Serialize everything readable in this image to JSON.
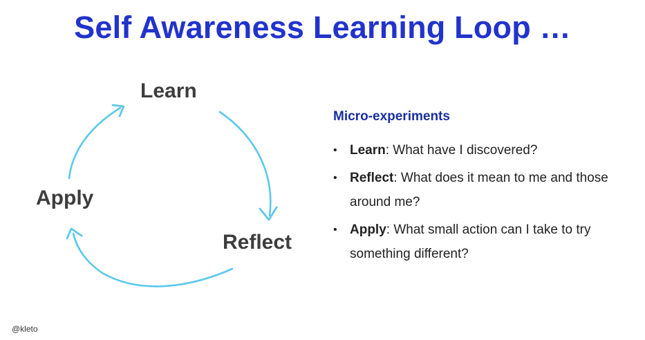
{
  "title": "Self Awareness Learning Loop …",
  "cycle": {
    "nodes": [
      "Learn",
      "Reflect",
      "Apply"
    ],
    "arrow_color": "#5cc8ea"
  },
  "panel": {
    "heading": "Micro-experiments",
    "items": [
      {
        "term": "Learn",
        "text": ": What have I discovered?"
      },
      {
        "term": "Reflect",
        "text": ": What does it mean to me and those around me?"
      },
      {
        "term": "Apply",
        "text": ": What small action can I take to try something different?"
      }
    ]
  },
  "footer": {
    "handle": "@kleto"
  },
  "colors": {
    "title": "#2233cc",
    "heading": "#1a2fa0",
    "node_text": "#3d3d3d",
    "body_text": "#222222"
  }
}
